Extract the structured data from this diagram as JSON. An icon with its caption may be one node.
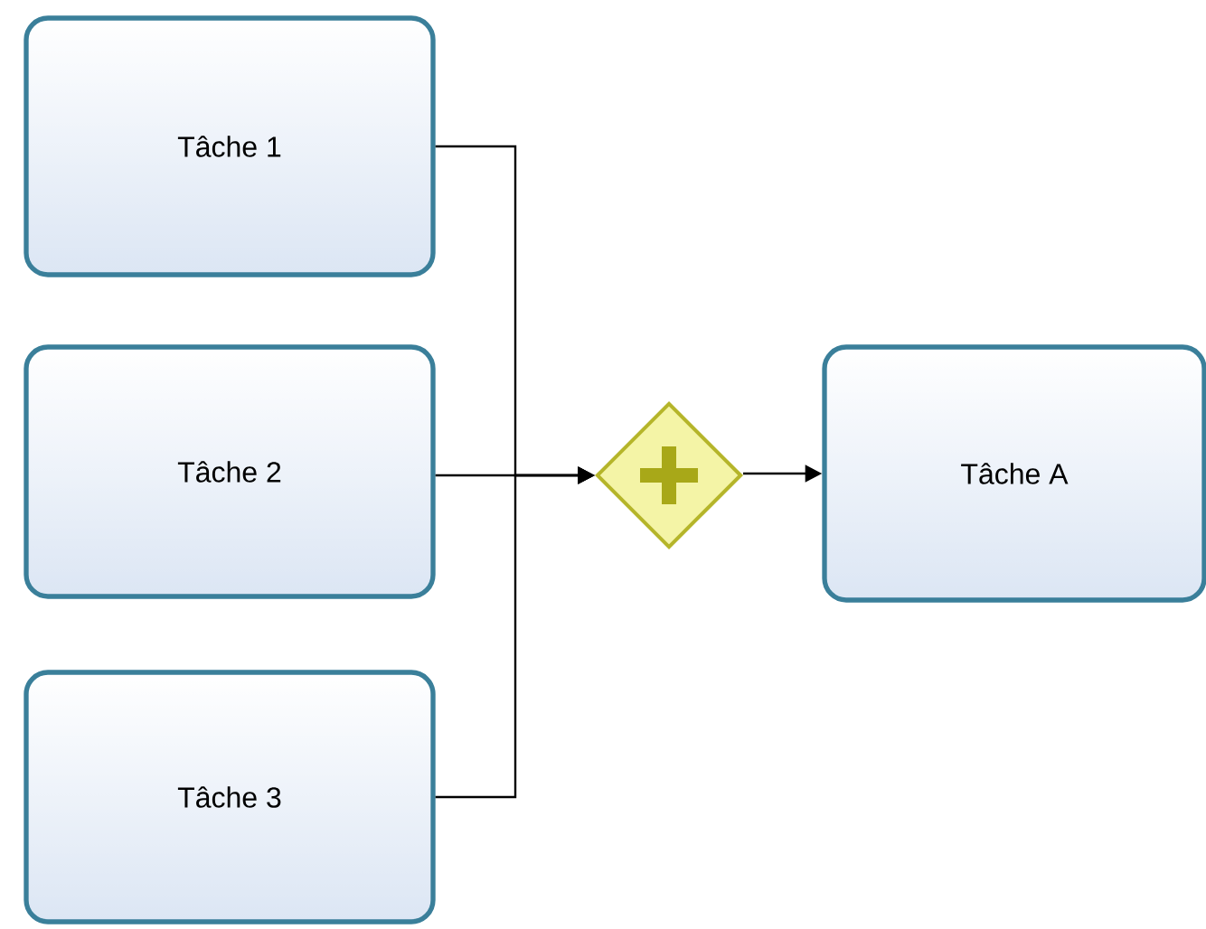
{
  "diagram": {
    "nodes": [
      {
        "text": [
          "Tâche 1"
        ]
      },
      {
        "text": [
          "Tâche 2"
        ]
      },
      {
        "text": [
          "Tâche 3"
        ]
      },
      {
        "text": [],
        "shape": "diamond"
      },
      {
        "text": [
          "Tâche A"
        ]
      }
    ],
    "edges": [
      {
        "from": 0,
        "to": 3,
        "arrow": "to"
      },
      {
        "from": 1,
        "to": 3,
        "arrow": "to"
      },
      {
        "from": 2,
        "to": 3,
        "arrow": "to"
      },
      {
        "from": 3,
        "to": 4,
        "arrow": "to"
      }
    ]
  }
}
